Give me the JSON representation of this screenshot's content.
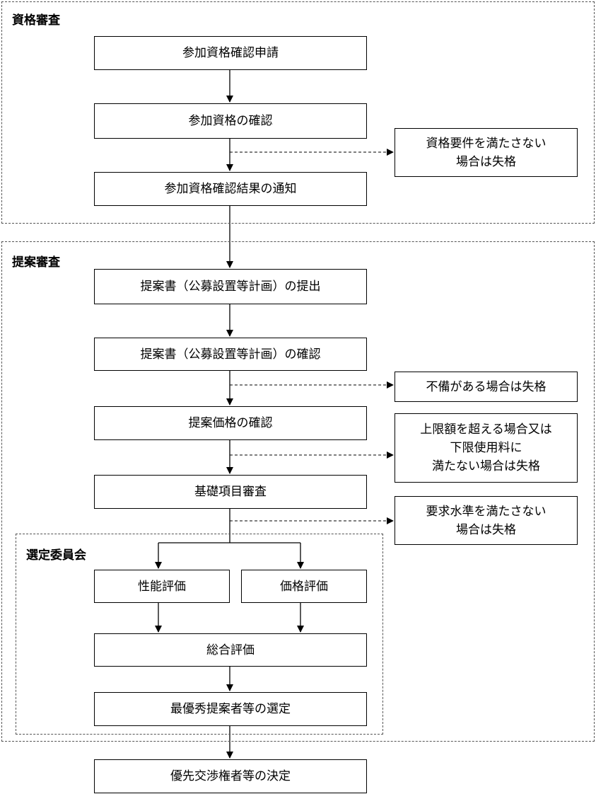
{
  "groups": {
    "qualification": "資格審査",
    "proposal": "提案審査",
    "committee": "選定委員会"
  },
  "steps": {
    "apply": "参加資格確認申請",
    "confirm": "参加資格の確認",
    "notify": "参加資格確認結果の通知",
    "submit": "提案書（公募設置等計画）の提出",
    "check": "提案書（公募設置等計画）の確認",
    "price_check": "提案価格の確認",
    "basic": "基礎項目審査",
    "performance": "性能評価",
    "price_eval": "価格評価",
    "overall": "総合評価",
    "select": "最優秀提案者等の選定",
    "decide": "優先交渉権者等の決定"
  },
  "notes": {
    "disq_qual": "資格要件を満たさない\n場合は失格",
    "disq_incomplete": "不備がある場合は失格",
    "disq_price": "上限額を超える場合又は\n下限使用料に\n満たない場合は失格",
    "disq_level": "要求水準を満たさない\n場合は失格"
  }
}
